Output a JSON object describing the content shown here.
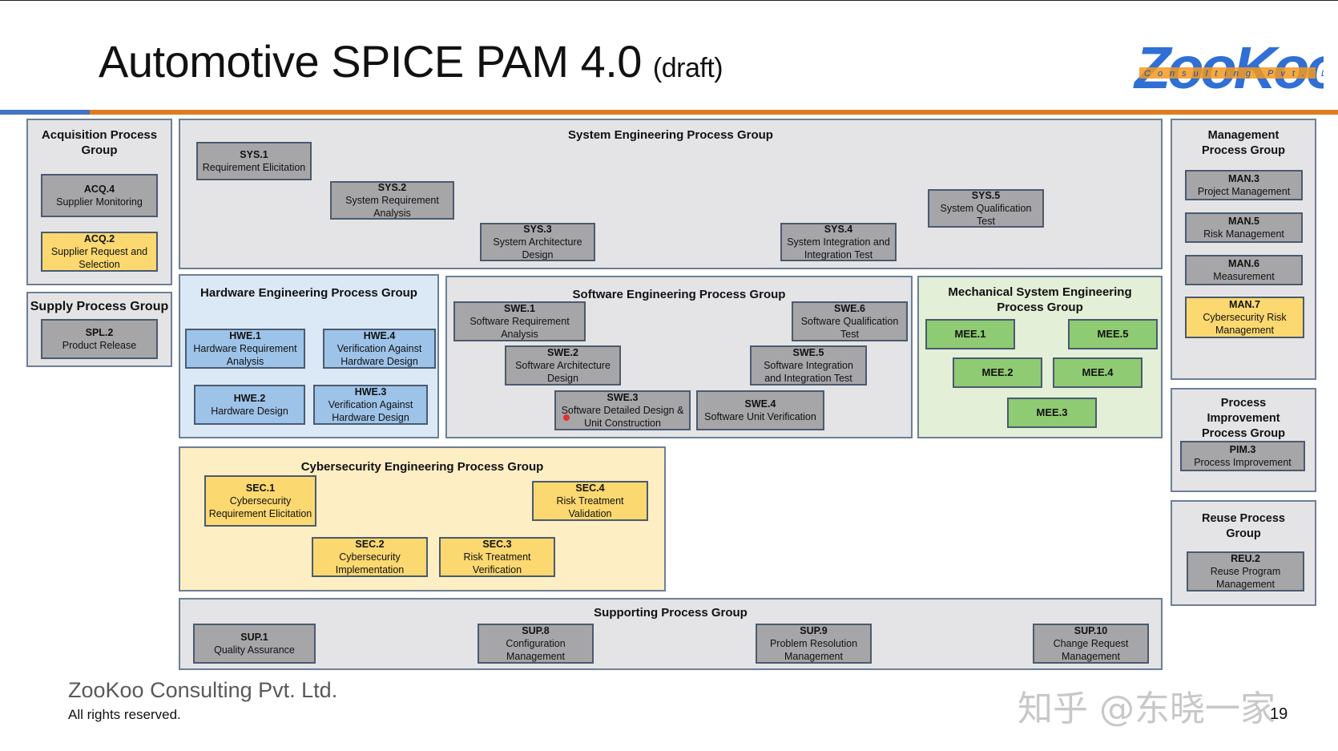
{
  "slide": {
    "title": "Automotive SPICE PAM 4.0",
    "subtitle": "(draft)",
    "company": "ZooKoo Consulting Pvt. Ltd.",
    "rights": "All rights reserved.",
    "watermark": "知乎 @东晓一家",
    "page_number": "19",
    "logo": {
      "text": "ZooKoo",
      "tagline": "Consulting Pvt. Ltd"
    }
  },
  "colors": {
    "grey_group": "#e4e4e6",
    "blue_group": "#dbe8f5",
    "green_group": "#e3efd7",
    "yellow_group": "#fdeec4",
    "grey_box": "#a6a6a8",
    "blue_box": "#9ec3e8",
    "yellow_box": "#fbd870",
    "green_box": "#8fcb72",
    "rule_blue": "#4472c4",
    "rule_orange": "#e07b1f"
  },
  "groups": {
    "acq": {
      "title": "Acquisition Process Group",
      "acq4": {
        "code": "ACQ.4",
        "name": "Supplier Monitoring"
      },
      "acq2": {
        "code": "ACQ.2",
        "name": "Supplier Request and Selection"
      }
    },
    "spl": {
      "title": "Supply Process Group",
      "spl2": {
        "code": "SPL.2",
        "name": "Product Release"
      }
    },
    "sys": {
      "title": "System Engineering Process Group",
      "sys1": {
        "code": "SYS.1",
        "name": "Requirement Elicitation"
      },
      "sys2": {
        "code": "SYS.2",
        "name": "System Requirement Analysis"
      },
      "sys3": {
        "code": "SYS.3",
        "name": "System Architecture Design"
      },
      "sys4": {
        "code": "SYS.4",
        "name": "System Integration and Integration Test"
      },
      "sys5": {
        "code": "SYS.5",
        "name": "System Qualification Test"
      }
    },
    "hwe": {
      "title": "Hardware Engineering Process Group",
      "hwe1": {
        "code": "HWE.1",
        "name": "Hardware Requirement Analysis"
      },
      "hwe4": {
        "code": "HWE.4",
        "name": "Verification Against Hardware Design"
      },
      "hwe2": {
        "code": "HWE.2",
        "name": "Hardware Design"
      },
      "hwe3": {
        "code": "HWE.3",
        "name": "Verification Against Hardware Design"
      }
    },
    "swe": {
      "title": "Software Engineering Process Group",
      "swe1": {
        "code": "SWE.1",
        "name": "Software Requirement Analysis"
      },
      "swe6": {
        "code": "SWE.6",
        "name": "Software Qualification Test"
      },
      "swe2": {
        "code": "SWE.2",
        "name": "Software Architecture Design"
      },
      "swe5": {
        "code": "SWE.5",
        "name": "Software Integration and Integration Test"
      },
      "swe3": {
        "code": "SWE.3",
        "name": "Software Detailed Design & Unit Construction"
      },
      "swe4": {
        "code": "SWE.4",
        "name": "Software Unit Verification"
      }
    },
    "mee": {
      "title": "Mechanical System Engineering Process Group",
      "mee1": "MEE.1",
      "mee5": "MEE.5",
      "mee2": "MEE.2",
      "mee4": "MEE.4",
      "mee3": "MEE.3"
    },
    "sec": {
      "title": "Cybersecurity Engineering Process Group",
      "sec1": {
        "code": "SEC.1",
        "name": "Cybersecurity Requirement Elicitation"
      },
      "sec4": {
        "code": "SEC.4",
        "name": "Risk Treatment Validation"
      },
      "sec2": {
        "code": "SEC.2",
        "name": "Cybersecurity Implementation"
      },
      "sec3": {
        "code": "SEC.3",
        "name": "Risk Treatment Verification"
      }
    },
    "sup": {
      "title": "Supporting Process Group",
      "sup1": {
        "code": "SUP.1",
        "name": "Quality Assurance"
      },
      "sup8": {
        "code": "SUP.8",
        "name": "Configuration Management"
      },
      "sup9": {
        "code": "SUP.9",
        "name": "Problem Resolution Management"
      },
      "sup10": {
        "code": "SUP.10",
        "name": "Change Request Management"
      }
    },
    "man": {
      "title": "Management Process Group",
      "man3": {
        "code": "MAN.3",
        "name": "Project Management"
      },
      "man5": {
        "code": "MAN.5",
        "name": "Risk Management"
      },
      "man6": {
        "code": "MAN.6",
        "name": "Measurement"
      },
      "man7": {
        "code": "MAN.7",
        "name": "Cybersecurity Risk Management"
      }
    },
    "pim": {
      "title": "Process Improvement Process Group",
      "pim3": {
        "code": "PIM.3",
        "name": "Process Improvement"
      }
    },
    "reu": {
      "title": "Reuse Process Group",
      "reu2": {
        "code": "REU.2",
        "name": "Reuse Program Management"
      }
    }
  }
}
